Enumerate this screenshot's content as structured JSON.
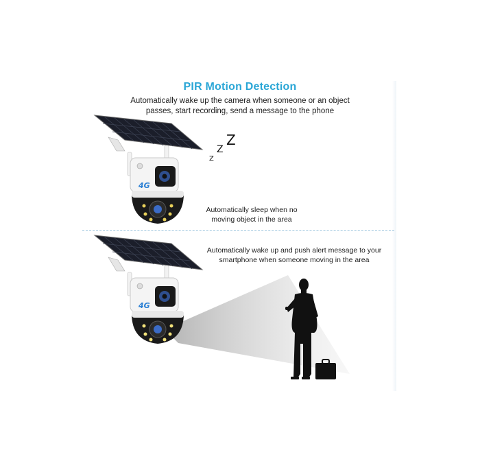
{
  "title": "PIR Motion Detection",
  "description": {
    "line1": "Automatically wake up the camera when someone or an object",
    "line2": "passes, start recording, send a message to the phone"
  },
  "sleep_note": {
    "line1": "Automatically sleep when no",
    "line2": "moving object in the area"
  },
  "wake_note": {
    "line1": "Automatically wake up and push alert message to your",
    "line2": "smartphone when someone moving in the area"
  },
  "zzz": {
    "big": "Z",
    "mid": "Z",
    "small": "Z"
  },
  "camera_badge": "4G",
  "colors": {
    "title": "#2aa6d6",
    "divider": "#9ac3dd",
    "panel": "#1b1e2a",
    "camera_body": "#f4f4f4",
    "camera_head": "#1a1a1a"
  }
}
